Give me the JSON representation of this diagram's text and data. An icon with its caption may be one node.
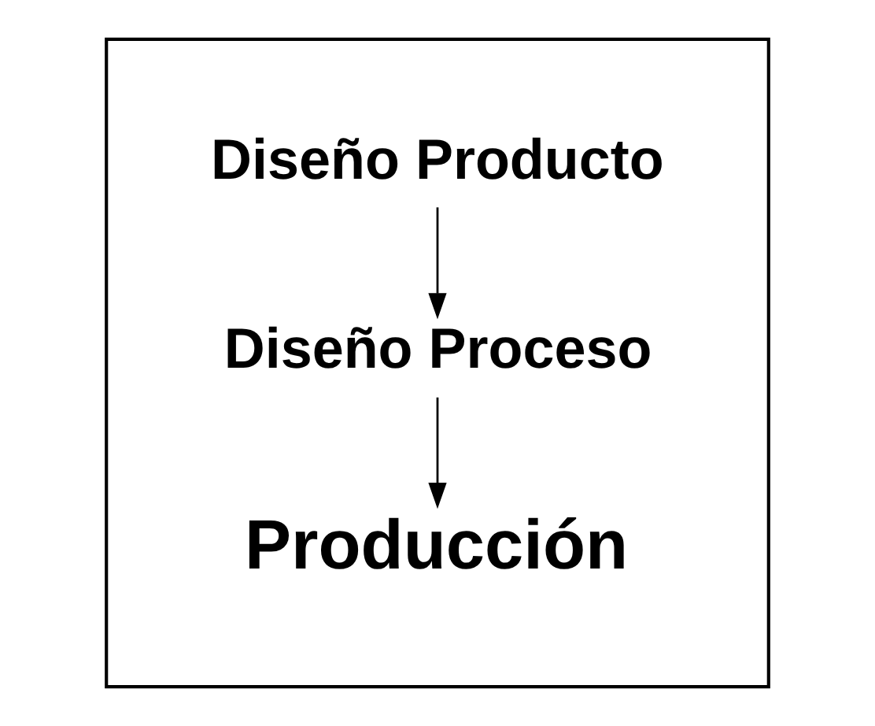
{
  "diagram": {
    "nodes": [
      {
        "text": [],
        "shape": "box"
      },
      {
        "text": [
          "Diseño Producto"
        ],
        "in": 0
      },
      {
        "text": [
          "Diseño Proceso"
        ],
        "in": 0
      },
      {
        "text": [
          "Producción"
        ],
        "in": 0
      }
    ],
    "edges": [
      {
        "from": 1,
        "to": 2,
        "arrow": "to"
      },
      {
        "from": 2,
        "to": 3,
        "arrow": "to"
      }
    ]
  }
}
